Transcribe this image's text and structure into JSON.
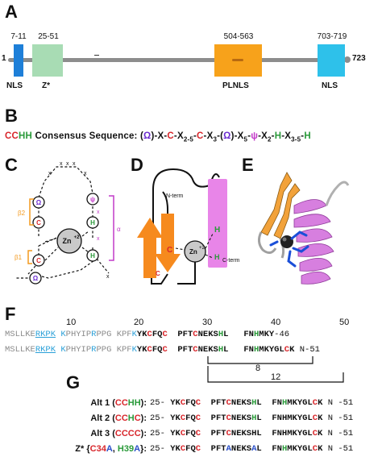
{
  "panel_labels": {
    "A": "A",
    "B": "B",
    "C": "C",
    "D": "D",
    "E": "E",
    "F": "F",
    "G": "G"
  },
  "panelA": {
    "start": "1",
    "end": "723",
    "domains": [
      {
        "range": "7-11",
        "label": "NLS",
        "color": "#1e7fd8"
      },
      {
        "range": "25-51",
        "label": "Z*",
        "color": "#a8dcb4"
      },
      {
        "range": "504-563",
        "label": "PLNLS",
        "color": "#f7a21b"
      },
      {
        "range": "703-719",
        "label": "NLS",
        "color": "#2ec1ea"
      }
    ]
  },
  "panelB": {
    "cchh_c": "CC",
    "cchh_h": "HH",
    "title": "Consensus Sequence:",
    "seq_parts": [
      "(",
      "Ω",
      ")-X-",
      "C",
      "-X",
      "2-5",
      "-",
      "C",
      "-X",
      "3",
      "-(",
      "Ω",
      ")-X",
      "5",
      "-",
      "ψ",
      "-X",
      "2",
      "-",
      "H",
      "-X",
      "3-5",
      "-",
      "H"
    ]
  },
  "panelC": {
    "labels": {
      "beta2": "β2",
      "beta1": "β1",
      "alpha": "α",
      "zn": "Zn",
      "zn_sup": "+2",
      "omega": "Ω",
      "psi": "ψ",
      "c": "C",
      "h": "H",
      "x": "x"
    }
  },
  "panelD": {
    "labels": {
      "nterm": "N-term",
      "cterm": "C-term",
      "zn": "Zn",
      "zn_sup": "+2",
      "c": "C",
      "h": "H"
    }
  },
  "panelF": {
    "ticks": [
      "10",
      "20",
      "30",
      "40",
      "50"
    ],
    "row1_end": "-46",
    "row2_end": "N-51",
    "bracket_8": "8",
    "bracket_12": "12"
  },
  "panelG": {
    "rows": [
      {
        "label_pre": "Alt 1 (",
        "label_mid": "CCHH",
        "label_post": "):",
        "start": "25-",
        "end": "N -51"
      },
      {
        "label_pre": "Alt 2 (",
        "label_mid": "CCHC",
        "label_post": "):",
        "start": "25-",
        "end": "N -51"
      },
      {
        "label_pre": "Alt 3 (",
        "label_mid": "CCCC",
        "label_post": "):",
        "start": "25-",
        "end": "N -51"
      },
      {
        "label_pre": "Z* {",
        "label_mid": "C34A, H39A",
        "label_post": "}:",
        "start": "25-",
        "end": "N -51"
      }
    ]
  }
}
